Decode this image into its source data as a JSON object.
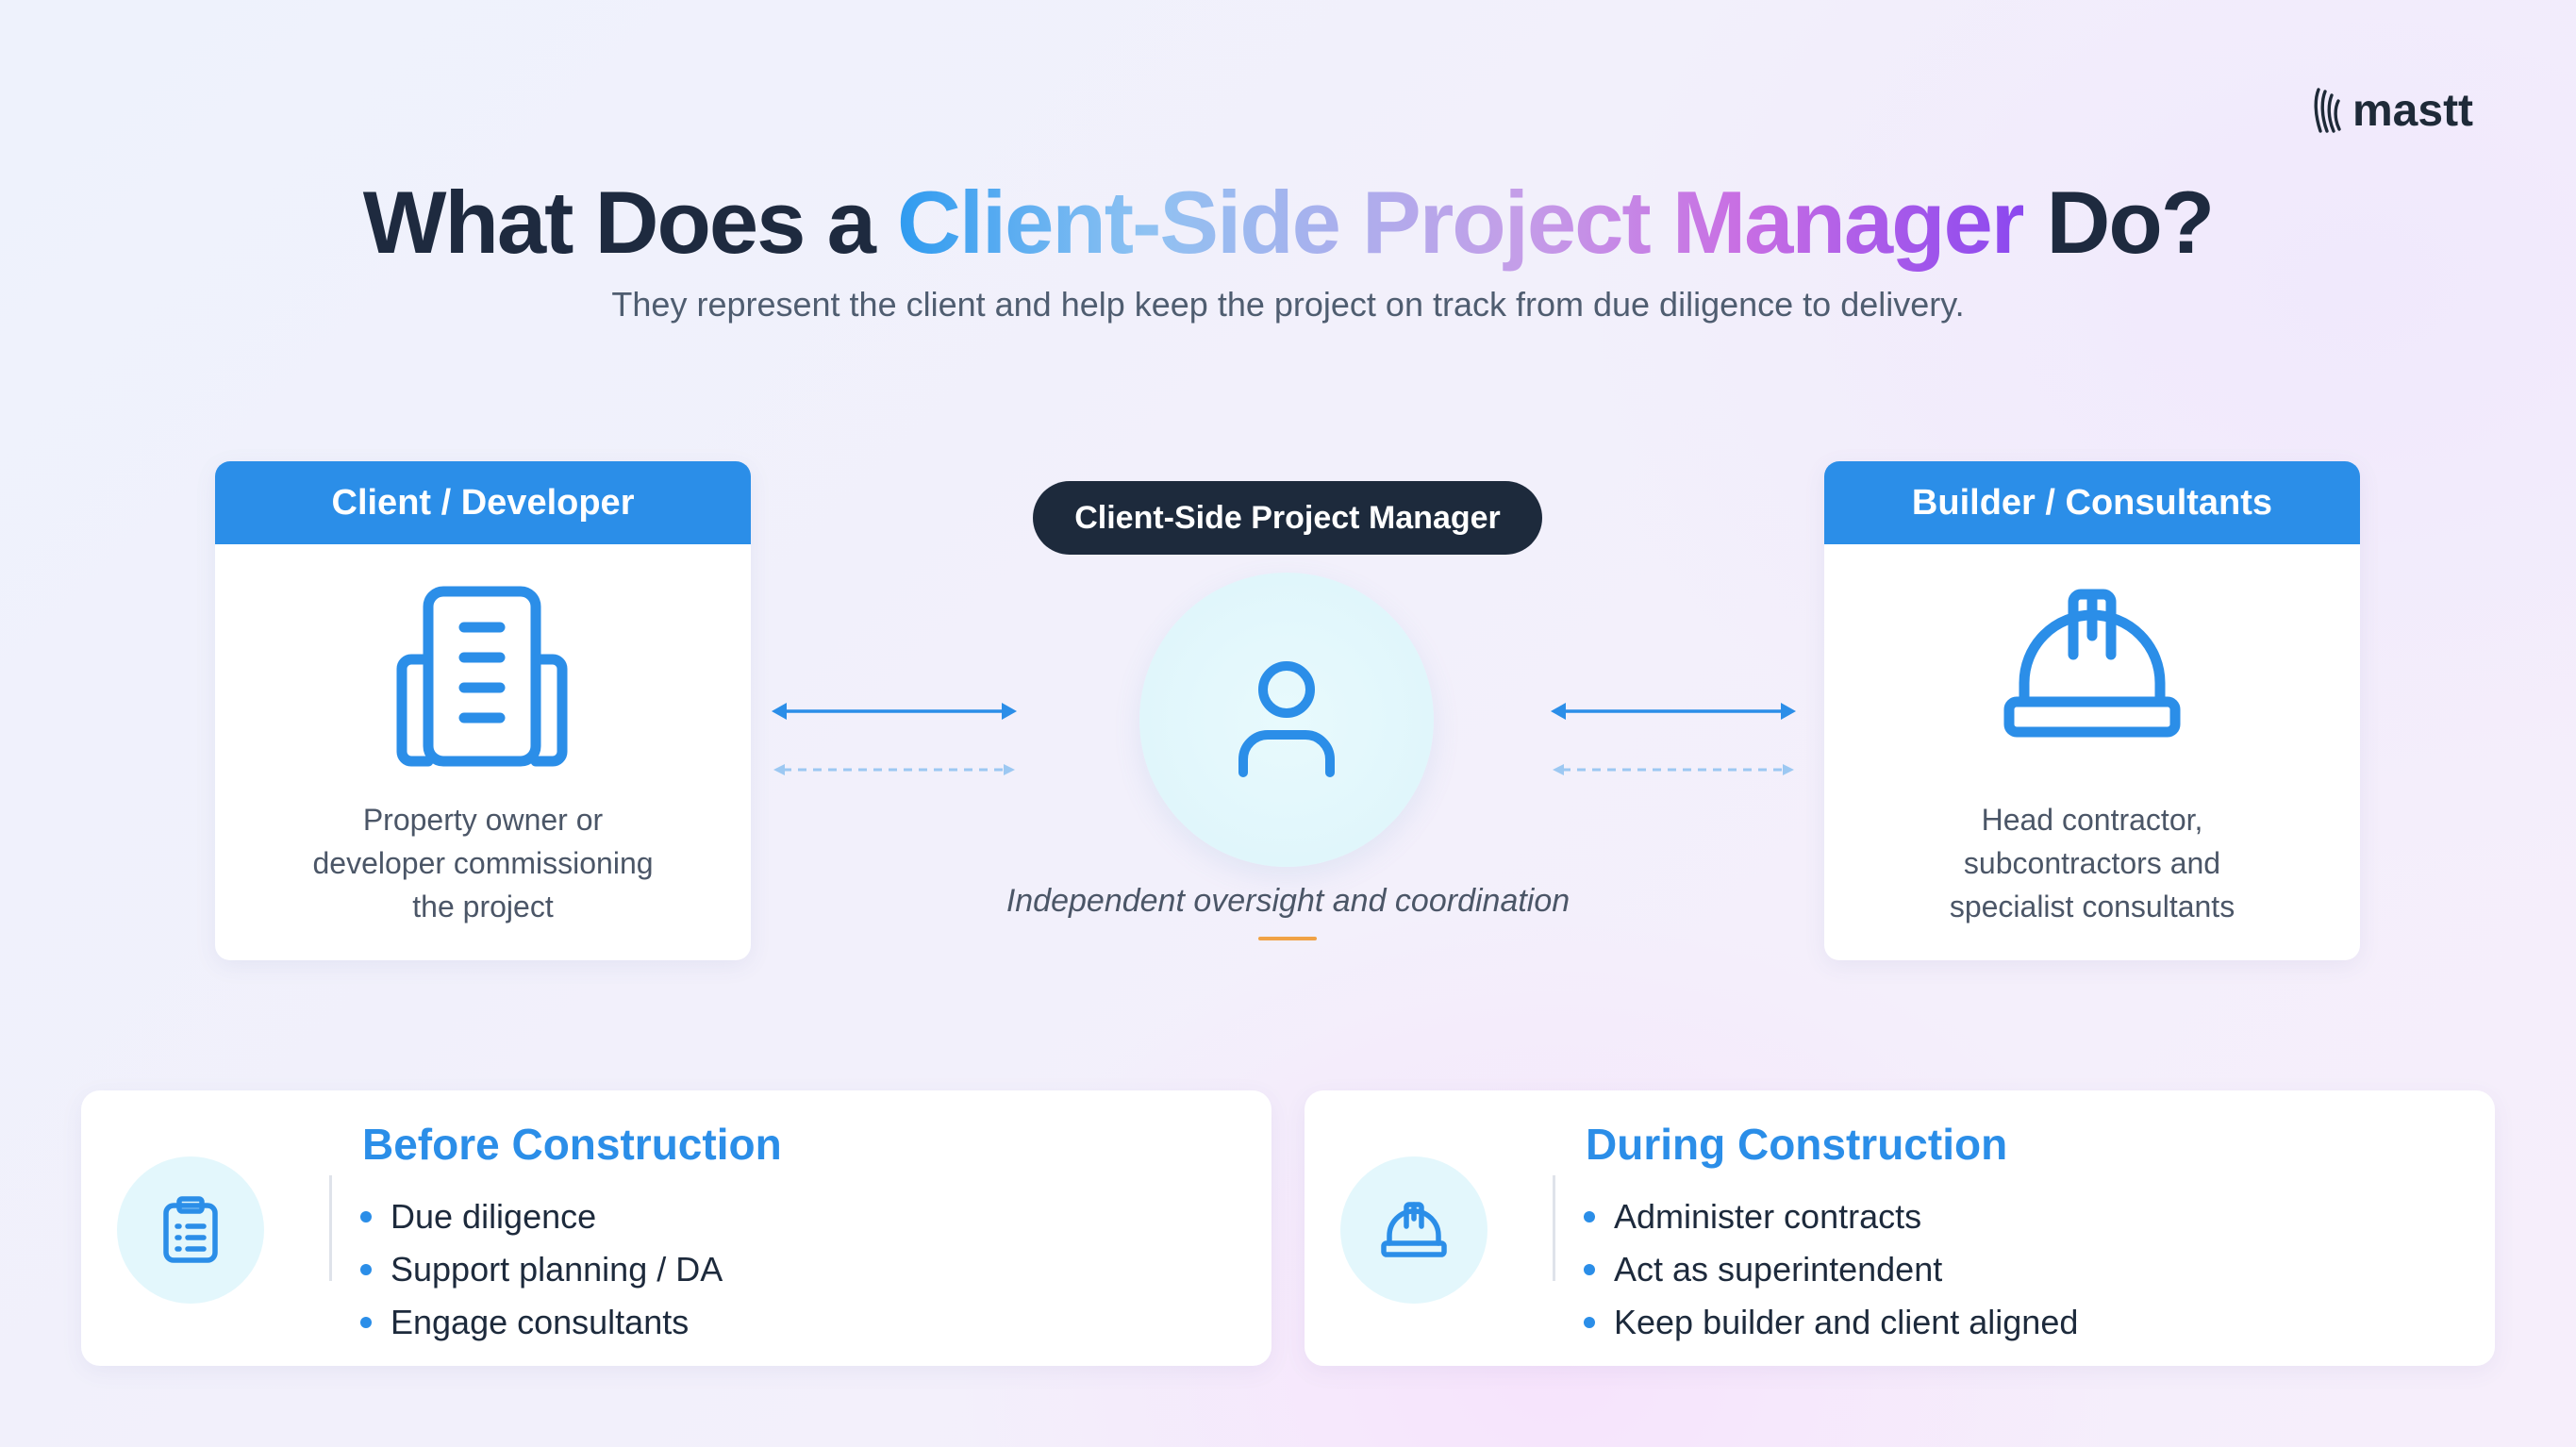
{
  "logo": {
    "text": "mastt"
  },
  "title": {
    "prefix": "What Does a ",
    "highlight": "Client-Side Project Manager",
    "suffix": " Do?"
  },
  "subtitle": "They represent the client and help keep the project on track from due diligence to delivery.",
  "left_card": {
    "header": "Client / Developer",
    "icon": "building-icon",
    "description": [
      "Property owner or",
      "developer commissioning",
      "the project"
    ]
  },
  "center": {
    "pill": "Client-Side Project Manager",
    "icon": "person-icon",
    "caption": "Independent oversight and coordination"
  },
  "right_card": {
    "header": "Builder / Consultants",
    "icon": "hard-hat-icon",
    "description": [
      "Head contractor,",
      "subcontractors and",
      "specialist consultants"
    ]
  },
  "panels": [
    {
      "title": "Before Construction",
      "icon": "clipboard-icon",
      "items": [
        "Due diligence",
        "Support planning / DA",
        "Engage consultants"
      ]
    },
    {
      "title": "During Construction",
      "icon": "hard-hat-icon",
      "items": [
        "Administer contracts",
        "Act as superintendent",
        "Keep builder and client aligned"
      ]
    }
  ],
  "colors": {
    "accent": "#2b8ee8",
    "dark": "#1d2a3c",
    "circle_fill": "#e3f7fc",
    "underline": "#f0a245"
  }
}
